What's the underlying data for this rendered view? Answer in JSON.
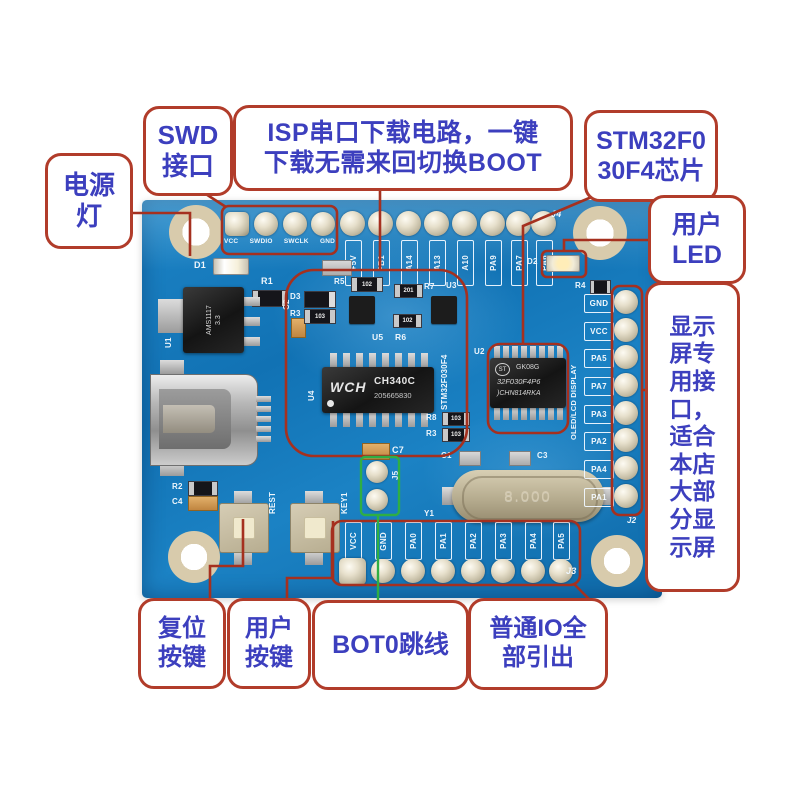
{
  "annotations": {
    "power_light": "电源\n灯",
    "swd_port": "SWD\n接口",
    "isp": "ISP串口下载电路，一键\n下载无需来回切换BOOT",
    "mcu_chip": "STM32F0\n30F4芯片",
    "user_led": "用户\nLED",
    "display_port": "显示屏专用接口，适合本店大部分显示屏",
    "reset_button": "复位\n按键",
    "user_button": "用户\n按键",
    "bot0_jumper": "BOT0跳线",
    "gpio": "普通IO全\n部引出"
  },
  "board": {
    "headers": {
      "top_swd": [
        "VCC",
        "SWDIO",
        "SWCLK",
        "GND"
      ],
      "top_io": [
        "+5V",
        "PB1",
        "A14",
        "A13",
        "A10",
        "PA9",
        "PA7",
        "PA6"
      ],
      "right": [
        "GND",
        "VCC",
        "PA5",
        "PA7",
        "PA3",
        "PA2",
        "PA4",
        "PA1"
      ],
      "bottom": [
        "VCC",
        "GND",
        "PA0",
        "PA1",
        "PA2",
        "PA3",
        "PA4",
        "PA5"
      ]
    },
    "silkscreen": {
      "d1": "D1",
      "r1": "R1",
      "c2": "C2",
      "u1": "U1",
      "d3": "D3",
      "r3": "R3",
      "r5": "R5",
      "u5": "U5",
      "r6": "R6",
      "r7": "R7",
      "u3": "U3",
      "u4": "U4",
      "u2": "U2",
      "r2": "R2",
      "c4": "C4",
      "rest": "REST",
      "key1": "KEY1",
      "r8": "R8",
      "r3b": "R3",
      "c7": "C7",
      "j5": "J5",
      "c1": "C1",
      "c3": "C3",
      "y1": "Y1",
      "j4": "J4",
      "d2": "D2",
      "r4": "R4",
      "j2": "J2",
      "j3": "J3",
      "mcu_vertical": "STM32F030F4",
      "display_vertical": "OLED/LCD DISPLAY"
    },
    "markings": {
      "regulator": "AMS1117\n3.3",
      "wch_logo": "WCH",
      "ch340_part": "CH340C",
      "ch340_serial": "205665830",
      "st_logo": "ST",
      "mcu_line1": "GK08G",
      "mcu_line2": "32F030F4P6",
      "mcu_line3": ")CHN814RKA",
      "crystal": "8.000",
      "res102": "102",
      "res103": "103",
      "res201": "201"
    }
  },
  "colors": {
    "pcb_blue": "#1377bb",
    "annotation_border": "#b13c2a",
    "annotation_text": "#3c3fbe",
    "callout_line": "#a5301f",
    "jumper_highlight": "#2fae44"
  }
}
